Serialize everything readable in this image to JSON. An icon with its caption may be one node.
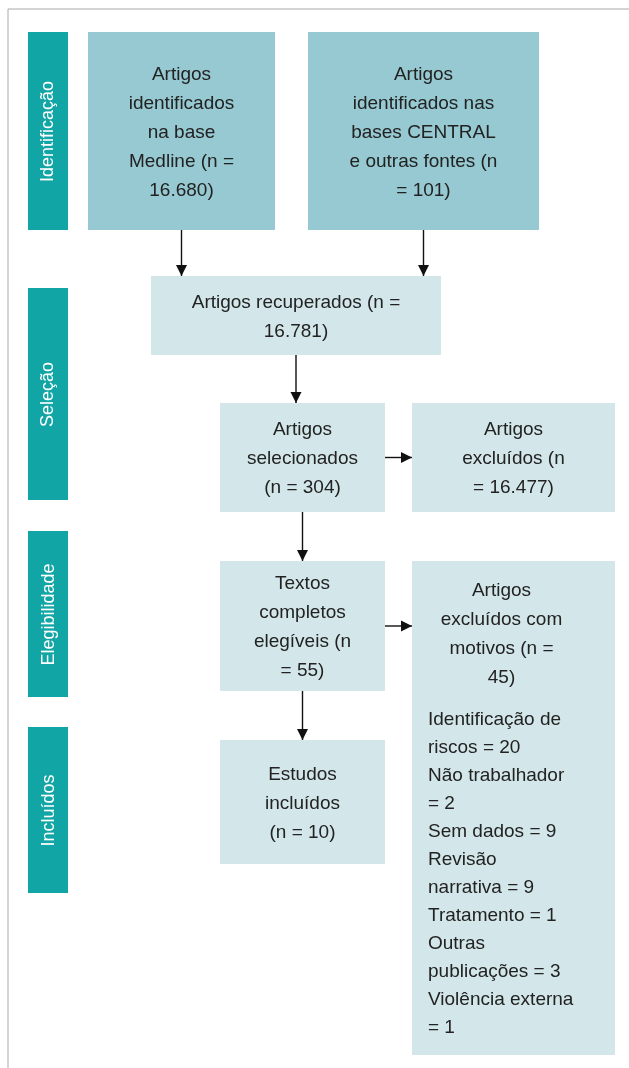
{
  "diagram": {
    "nodes": [
      {
        "text": [
          "Identificação"
        ]
      },
      {
        "text": [
          "Artigos identificados na base Medline (n = 16.680)"
        ]
      },
      {
        "text": [
          "Artigos identificados nas bases CENTRAL e outras fontes (n = 101)"
        ]
      },
      {
        "text": [
          "Seleção"
        ]
      },
      {
        "text": [
          "Artigos recuperados (n = 16.781)"
        ]
      },
      {
        "text": [
          "Artigos selecionados (n = 304)"
        ]
      },
      {
        "text": [
          "Artigos excluídos (n = 16.477)"
        ]
      },
      {
        "text": [
          "Elegibilidade"
        ]
      },
      {
        "text": [
          "Textos completos elegíveis (n = 55)"
        ]
      },
      {
        "text": [
          "Artigos excluídos com motivos (n = 45)",
          "Identificação de riscos = 20",
          "Não trabalhador = 2",
          "Sem dados = 9",
          "Revisão narrativa = 9",
          "Tratamento = 1",
          "Outras publicações = 3",
          "Violência externa = 1"
        ]
      },
      {
        "text": [
          "Incluídos"
        ]
      },
      {
        "text": [
          "Estudos incluídos (n = 10)"
        ]
      }
    ],
    "edges": [
      {
        "from": 1,
        "to": 4,
        "arrow": "to"
      },
      {
        "from": 2,
        "to": 4,
        "arrow": "to"
      },
      {
        "from": 4,
        "to": 5,
        "arrow": "to"
      },
      {
        "from": 5,
        "to": 6,
        "arrow": "to"
      },
      {
        "from": 5,
        "to": 8,
        "arrow": "to"
      },
      {
        "from": 8,
        "to": 9,
        "arrow": "to"
      },
      {
        "from": 8,
        "to": 11,
        "arrow": "to"
      }
    ]
  }
}
